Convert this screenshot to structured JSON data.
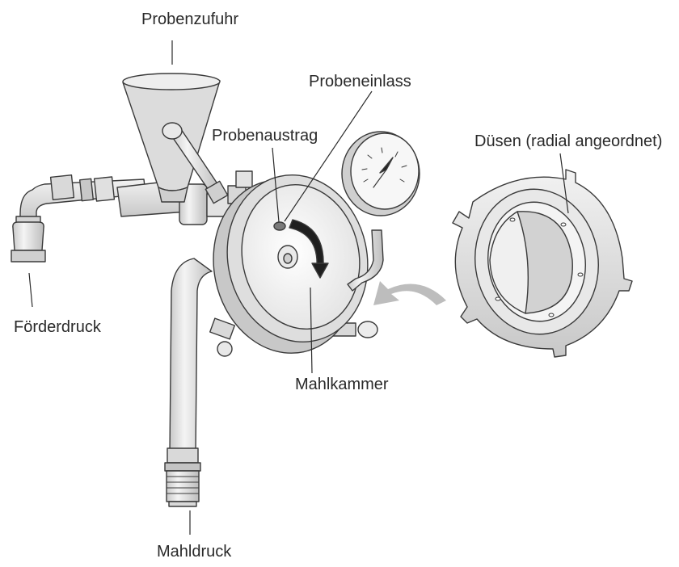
{
  "labels": {
    "probenzufuhr": "Probenzufuhr",
    "probeneinlass": "Probeneinlass",
    "probenaustrag": "Probenaustrag",
    "duesen": "Düsen (radial angeordnet)",
    "foerderdruck": "Förderdruck",
    "mahlkammer": "Mahlkammer",
    "mahldruck": "Mahldruck"
  },
  "colors": {
    "outline": "#3a3a3a",
    "metal_light": "#f0f0f0",
    "metal_mid": "#d9d9d9",
    "metal_dark": "#b5b5b5",
    "arrow_dark": "#1f1f1f",
    "arrow_grey": "#bdbdbd",
    "leader_line": "#2a2a2a"
  }
}
